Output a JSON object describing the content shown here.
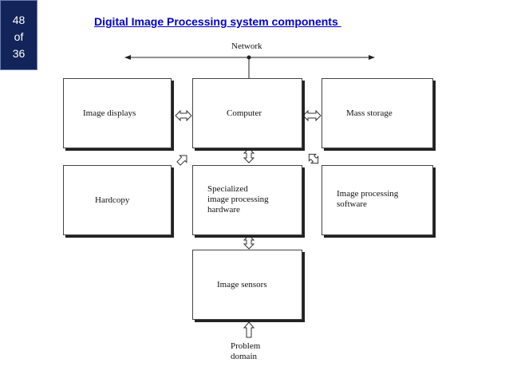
{
  "slide": {
    "number": "48",
    "of_word": "of",
    "total": "36"
  },
  "title": "Digital Image Processing system components ",
  "network_label": "Network",
  "boxes": {
    "image_displays": "Image displays",
    "computer": "Computer",
    "mass_storage": "Mass storage",
    "hardcopy": "Hardcopy",
    "specialized_hardware": "Specialized\nimage processing\nhardware",
    "image_processing_software": "Image processing\nsoftware",
    "image_sensors": "Image sensors"
  },
  "problem_domain": "Problem\ndomain",
  "colors": {
    "badge_bg": "#12245a",
    "title": "#0000cc"
  }
}
